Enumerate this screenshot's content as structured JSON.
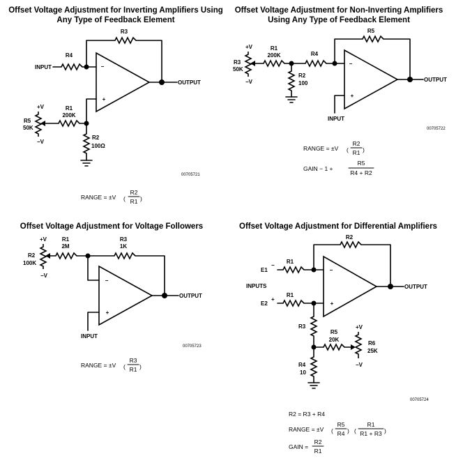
{
  "sections": {
    "inverting": {
      "title_line1": "Offset Voltage Adjustment for Inverting Amplifiers Using",
      "title_line2": "Any Type of Feedback Element",
      "r3": "R3",
      "r4": "R4",
      "input": "INPUT",
      "output": "OUTPUT",
      "minus": "−",
      "plus": "+",
      "vplus": "+V",
      "vminus": "−V",
      "r5": "R5",
      "r5_val": "50K",
      "r1": "R1",
      "r1_val": "200K",
      "r2": "R2",
      "r2_val": "100Ω",
      "code": "00705721",
      "range_lhs": "RANGE = ±V",
      "range_num": "R2",
      "range_den": "R1"
    },
    "noninverting": {
      "title_line1": "Offset Voltage Adjustment for Non-Inverting Amplifiers",
      "title_line2": "Using Any Type of Feedback Element",
      "r5": "R5",
      "r4": "R4",
      "input": "INPUT",
      "output": "OUTPUT",
      "minus": "−",
      "plus": "+",
      "vplus": "+V",
      "vminus": "−V",
      "r3": "R3",
      "r3_val": "50K",
      "r1": "R1",
      "r1_val": "200K",
      "r2": "R2",
      "r2_val": "100",
      "code": "00705722",
      "range_lhs": "RANGE = ±V",
      "range_num": "R2",
      "range_den": "R1",
      "gain_lhs": "GAIN  − 1 +",
      "gain_num": "R5",
      "gain_den": "R4 + R2"
    },
    "follower": {
      "title": "Offset Voltage Adjustment for Voltage Followers",
      "r1": "R1",
      "r1_val": "2M",
      "r3": "R3",
      "r3_val": "1K",
      "r2": "R2",
      "r2_val": "100K",
      "vplus": "+V",
      "vminus": "−V",
      "minus": "−",
      "plus": "+",
      "input": "INPUT",
      "output": "OUTPUT",
      "code": "00705723",
      "range_lhs": "RANGE = ±V",
      "range_num": "R3",
      "range_den": "R1"
    },
    "differential": {
      "title": "Offset Voltage Adjustment for Differential Amplifiers",
      "r2": "R2",
      "e1": "E1",
      "e2": "E2",
      "inputs": "INPUTS",
      "r1_top": "R1",
      "r1_bot": "R1",
      "minus": "−",
      "plus": "+",
      "output": "OUTPUT",
      "r3": "R3",
      "r4": "R4",
      "r4_val": "10",
      "r5": "R5",
      "r5_val": "20K",
      "r6": "R6",
      "r6_val": "25K",
      "vplus": "+V",
      "vminus": "−V",
      "code": "00705724",
      "eq1": "R2 = R3 + R4",
      "range_lhs": "RANGE = ±V",
      "range_n1": "R5",
      "range_d1": "R4",
      "range_n2": "R1",
      "range_d2": "R1 + R3",
      "gain_lhs": "GAIN =",
      "gain_num": "R2",
      "gain_den": "R1"
    }
  }
}
